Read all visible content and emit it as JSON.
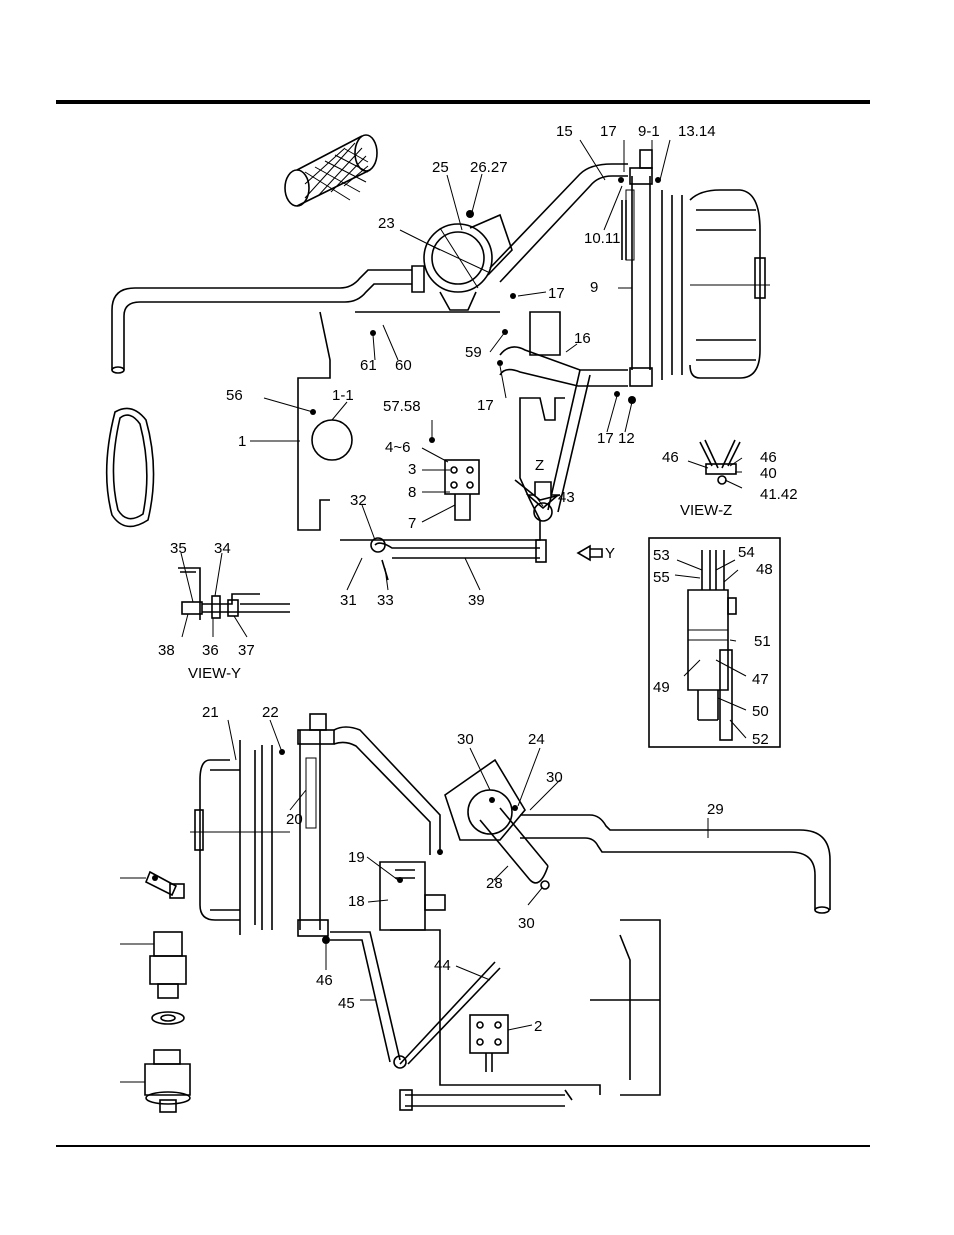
{
  "rules": {
    "top_color": "#000000",
    "bottom_color": "#000000"
  },
  "callouts": {
    "c15": "15",
    "c17a": "17",
    "c9_1": "9-1",
    "c13_14": "13.14",
    "c25": "25",
    "c26_27": "26.27",
    "c23": "23",
    "c10_11": "10.11",
    "c9": "9",
    "c17b": "17",
    "c61": "61",
    "c60": "60",
    "c59": "59",
    "c16": "16",
    "c56": "56",
    "c1_1": "1-1",
    "c57_58": "57.58",
    "c17c": "17",
    "c17d": "17",
    "c12": "12",
    "c1": "1",
    "c4_6": "4~6",
    "c3": "3",
    "c8": "8",
    "c7": "7",
    "cZ": "Z",
    "c43": "43",
    "c46a": "46",
    "c46b": "46",
    "c40": "40",
    "c41_42": "41.42",
    "view_z": "VIEW-Z",
    "c32": "32",
    "cY": "Y",
    "c31": "31",
    "c33": "33",
    "c39": "39",
    "c35": "35",
    "c34": "34",
    "c38": "38",
    "c36": "36",
    "c37": "37",
    "view_y": "VIEW-Y",
    "c53": "53",
    "c54": "54",
    "c55": "55",
    "c48": "48",
    "c51": "51",
    "c49": "49",
    "c47": "47",
    "c50": "50",
    "c52": "52",
    "c21": "21",
    "c22": "22",
    "c30a": "30",
    "c24": "24",
    "c30b": "30",
    "c29": "29",
    "c20": "20",
    "c19": "19",
    "c18": "18",
    "c28": "28",
    "c30c": "30",
    "c46c": "46",
    "c44": "44",
    "c45": "45",
    "c2": "2"
  }
}
